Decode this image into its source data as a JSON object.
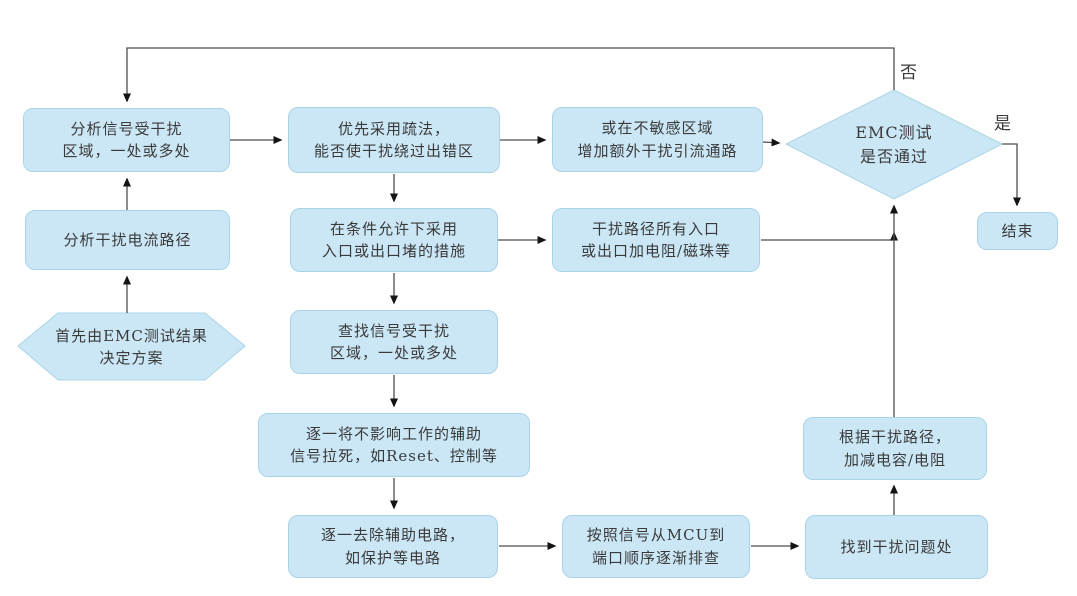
{
  "colors": {
    "node_fill": "#cbe7f6",
    "node_border": "#a9d4e8",
    "line": "#4d4d4d",
    "arrowhead": "#141414",
    "text": "#3a3a3a"
  },
  "nodes": {
    "analyze_area": {
      "line1": "分析信号受干扰",
      "line2": "区域，一处或多处"
    },
    "analyze_path": {
      "line1": "分析干扰电流路径"
    },
    "start_hex": {
      "line1": "首先由EMC测试结果",
      "line2": "决定方案"
    },
    "divert": {
      "line1": "优先采用疏法，",
      "line2": "能否使干扰绕过出错区"
    },
    "block": {
      "line1": "在条件允许下采用",
      "line2": "入口或出口堵的措施"
    },
    "find_area": {
      "line1": "查找信号受干扰",
      "line2": "区域，一处或多处"
    },
    "pull_dead": {
      "line1": "逐一将不影响工作的辅助",
      "line2": "信号拉死，如Reset、控制等"
    },
    "remove_aux": {
      "line1": "逐一去除辅助电路，",
      "line2": "如保护等电路"
    },
    "extra_path": {
      "line1": "或在不敏感区域",
      "line2": "增加额外干扰引流通路"
    },
    "add_resistor": {
      "line1": "干扰路径所有入口",
      "line2": "或出口加电阻/磁珠等"
    },
    "check_mcu": {
      "line1": "按照信号从MCU到",
      "line2": "端口顺序逐渐排查"
    },
    "emc_test": {
      "line1": "EMC测试",
      "line2": "是否通过"
    },
    "adjust_rc": {
      "line1": "根据干扰路径，",
      "line2": "加减电容/电阻"
    },
    "found_problem": {
      "line1": "找到干扰问题处"
    },
    "end": {
      "line1": "结束"
    }
  },
  "labels": {
    "no": "否",
    "yes": "是"
  }
}
